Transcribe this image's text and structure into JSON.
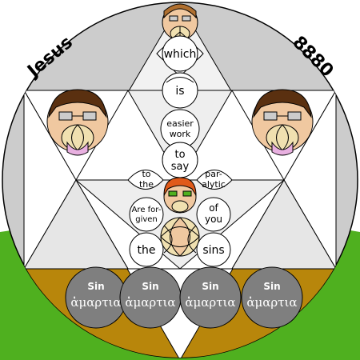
{
  "title_left": "Jesus",
  "title_right": "8880",
  "words": {
    "which": "which",
    "is": "is",
    "easier": "easier",
    "work": "work",
    "to": "to",
    "say": "say",
    "to_left": "to",
    "the_left": "the",
    "par": "par-",
    "alytic": "alytic",
    "are_for": "Are for-",
    "given": "given",
    "of": "of",
    "you": "you",
    "the": "the",
    "sins": "sins"
  },
  "sins": [
    {
      "label": "Sin",
      "greek": "ἁμαρτια"
    },
    {
      "label": "Sin",
      "greek": "ἁμαρτια"
    },
    {
      "label": "Sin",
      "greek": "ἁμαρτια"
    },
    {
      "label": "Sin",
      "greek": "ἁμαρτια"
    }
  ],
  "colors": {
    "grass": "#4fb01f",
    "sky": "#ffffff",
    "disc": "#cccccc",
    "ground": "#b8860b",
    "sin_ball": "#7f7f7f",
    "triangle_light": "#eeeeee"
  }
}
